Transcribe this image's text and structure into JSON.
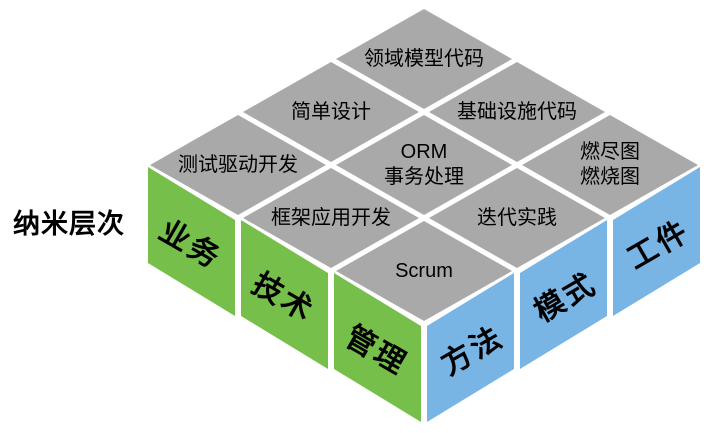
{
  "axis_label": "纳米层次",
  "colors": {
    "top_tile": "#A9A9A9",
    "left_face": "#76BF4B",
    "right_face": "#78B4E4",
    "text": "#000000",
    "background": "#FFFFFF"
  },
  "top_tiles": [
    {
      "name": "domain-model-code",
      "lines": [
        "领域模型代码"
      ]
    },
    {
      "name": "simple-design",
      "lines": [
        "简单设计"
      ]
    },
    {
      "name": "infrastructure-code",
      "lines": [
        "基础设施代码"
      ]
    },
    {
      "name": "test-driven-development",
      "lines": [
        "测试驱动开发"
      ]
    },
    {
      "name": "orm-transaction",
      "lines": [
        "ORM",
        "事务处理"
      ]
    },
    {
      "name": "burndown-burnup-chart",
      "lines": [
        "燃尽图",
        "燃烧图"
      ]
    },
    {
      "name": "framework-app-development",
      "lines": [
        "框架应用开发"
      ]
    },
    {
      "name": "iterative-practice",
      "lines": [
        "迭代实践"
      ]
    },
    {
      "name": "scrum",
      "lines": [
        "Scrum"
      ]
    }
  ],
  "left_faces": [
    {
      "name": "business",
      "label": "业务"
    },
    {
      "name": "technology",
      "label": "技术"
    },
    {
      "name": "management",
      "label": "管理"
    }
  ],
  "right_faces": [
    {
      "name": "method",
      "label": "方法"
    },
    {
      "name": "pattern",
      "label": "模式"
    },
    {
      "name": "artifact",
      "label": "工件"
    }
  ]
}
